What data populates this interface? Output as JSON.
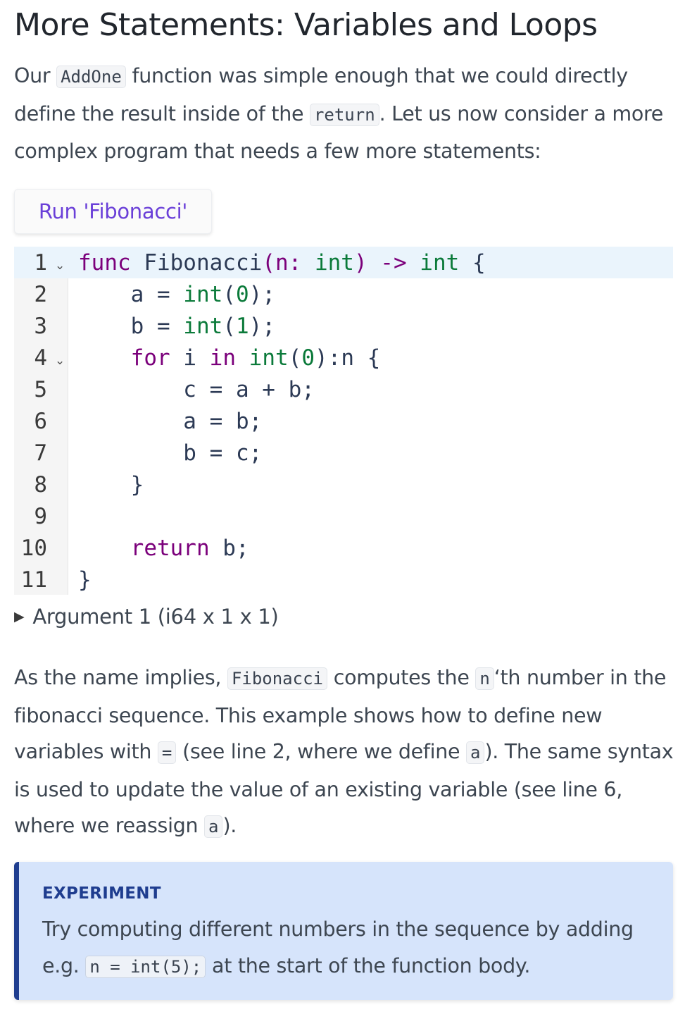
{
  "title": "More Statements: Variables and Loops",
  "intro": {
    "t1": "Our ",
    "c1": "AddOne",
    "t2": " function was simple enough that we could directly define the result inside of the ",
    "c2": "return",
    "t3": ". Let us now consider a more complex program that needs a few more statements:"
  },
  "run_button": {
    "label": "Run 'Fibonacci'"
  },
  "editor": {
    "lines": [
      {
        "n": "1",
        "fold": "⌄"
      },
      {
        "n": "2"
      },
      {
        "n": "3"
      },
      {
        "n": "4",
        "fold": "⌄"
      },
      {
        "n": "5"
      },
      {
        "n": "6"
      },
      {
        "n": "7"
      },
      {
        "n": "8"
      },
      {
        "n": "9"
      },
      {
        "n": "10"
      },
      {
        "n": "11"
      }
    ],
    "tokens": {
      "func": "func",
      "name": " Fibonacci",
      "open": "(n: ",
      "int_t": "int",
      "close": ") ",
      "arrow": "->",
      "sp": " ",
      "int_r": "int",
      "brace": " {",
      "l2a": "    a = ",
      "l2int": "int",
      "l2p": "(",
      "l2n": "0",
      "l2e": ");",
      "l3a": "    b = ",
      "l3int": "int",
      "l3p": "(",
      "l3n": "1",
      "l3e": ");",
      "l4ind": "    ",
      "l4for": "for",
      "l4i": " i ",
      "l4in": "in",
      "l4sp": " ",
      "l4int": "int",
      "l4p": "(",
      "l4n": "0",
      "l4e": "):n {",
      "l5": "        c = a + b;",
      "l6": "        a = b;",
      "l7": "        b = c;",
      "l8": "    }",
      "l9": "",
      "l10ind": "    ",
      "l10ret": "return",
      "l10e": " b;",
      "l11": "}"
    }
  },
  "argument": {
    "arrow": "▶",
    "label": "Argument 1 (i64 x 1 x 1)"
  },
  "explain": {
    "t1": "As the name implies, ",
    "c1": "Fibonacci",
    "t2": " computes the ",
    "c2": "n",
    "t3": "‘th number in the fibonacci sequence. This example shows how to define new variables with ",
    "c3": "=",
    "t4": " (see line 2, where we define ",
    "c4": "a",
    "t5": "). The same syntax is used to update the value of an existing variable (see line 6, where we reassign ",
    "c5": "a",
    "t6": ")."
  },
  "callout": {
    "label": "EXPERIMENT",
    "t1": "Try computing different numbers in the sequence by adding e.g. ",
    "c1": "n = int(5);",
    "t2": " at the start of the function body."
  }
}
